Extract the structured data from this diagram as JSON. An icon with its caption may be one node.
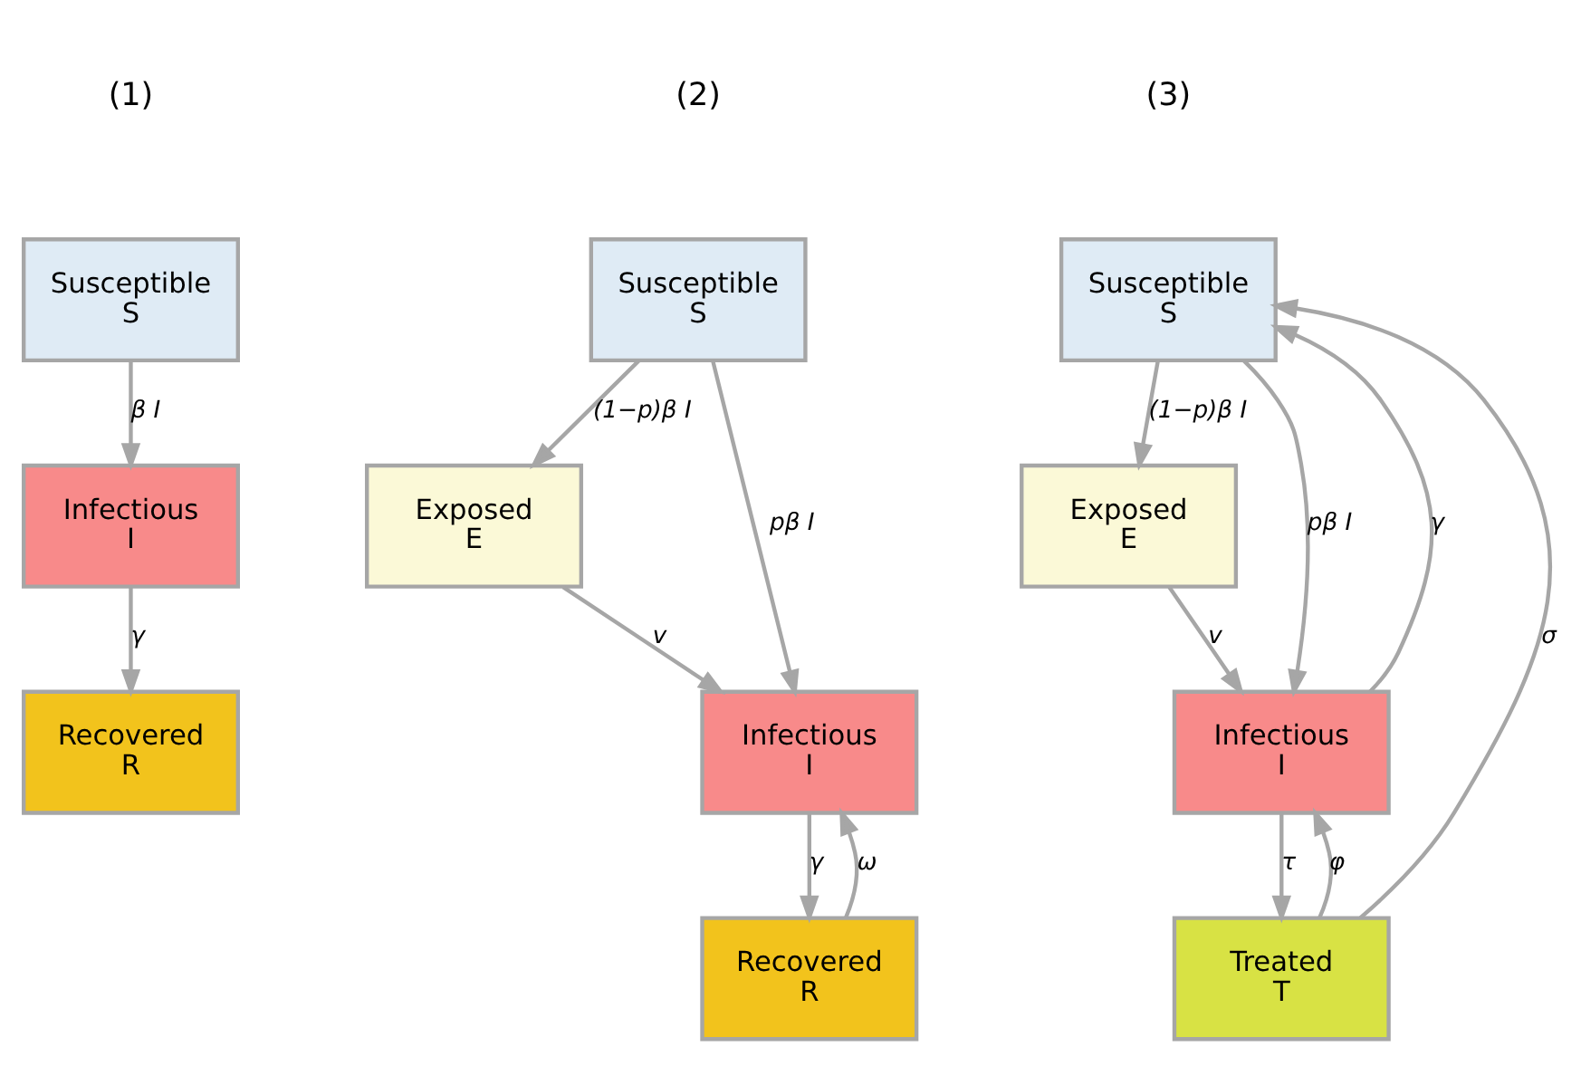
{
  "diagram": {
    "nodes": [
      {
        "text": [
          "Susceptible",
          "S"
        ]
      },
      {
        "text": [
          "Infectious",
          "I"
        ]
      },
      {
        "text": [
          "Recovered",
          "R"
        ]
      },
      {
        "text": [
          "Susceptible",
          "S"
        ]
      },
      {
        "text": [
          "Exposed",
          "E"
        ]
      },
      {
        "text": [
          "Infectious",
          "I"
        ]
      },
      {
        "text": [
          "Recovered",
          "R"
        ]
      },
      {
        "text": [
          "Susceptible",
          "S"
        ]
      },
      {
        "text": [
          "Exposed",
          "E"
        ]
      },
      {
        "text": [
          "Infectious",
          "I"
        ]
      },
      {
        "text": [
          "Treated",
          "T"
        ]
      }
    ],
    "edges": [
      {
        "from": 0,
        "to": 1,
        "arrow": "to",
        "label": "β I"
      },
      {
        "from": 1,
        "to": 2,
        "arrow": "to",
        "label": "γ"
      },
      {
        "from": 3,
        "to": 4,
        "arrow": "to",
        "label": "(1−p)β I"
      },
      {
        "from": 3,
        "to": 5,
        "arrow": "to",
        "label": "pβ I"
      },
      {
        "from": 4,
        "to": 5,
        "arrow": "to",
        "label": "v"
      },
      {
        "from": 5,
        "to": 6,
        "arrow": "to",
        "label": "γ"
      },
      {
        "from": 6,
        "to": 5,
        "arrow": "to",
        "label": "ω"
      },
      {
        "from": 7,
        "to": 8,
        "arrow": "to",
        "label": "(1−p)β I"
      },
      {
        "from": 7,
        "to": 9,
        "arrow": "to",
        "label": "pβ I"
      },
      {
        "from": 8,
        "to": 9,
        "arrow": "to",
        "label": "v"
      },
      {
        "from": 9,
        "to": 10,
        "arrow": "to",
        "label": "τ"
      },
      {
        "from": 10,
        "to": 9,
        "arrow": "to",
        "label": "φ"
      },
      {
        "from": 9,
        "to": 7,
        "arrow": "to",
        "label": "γ"
      },
      {
        "from": 10,
        "to": 7,
        "arrow": "to",
        "label": "σ"
      }
    ],
    "labels": [
      "(1)",
      "(2)",
      "(3)"
    ]
  }
}
